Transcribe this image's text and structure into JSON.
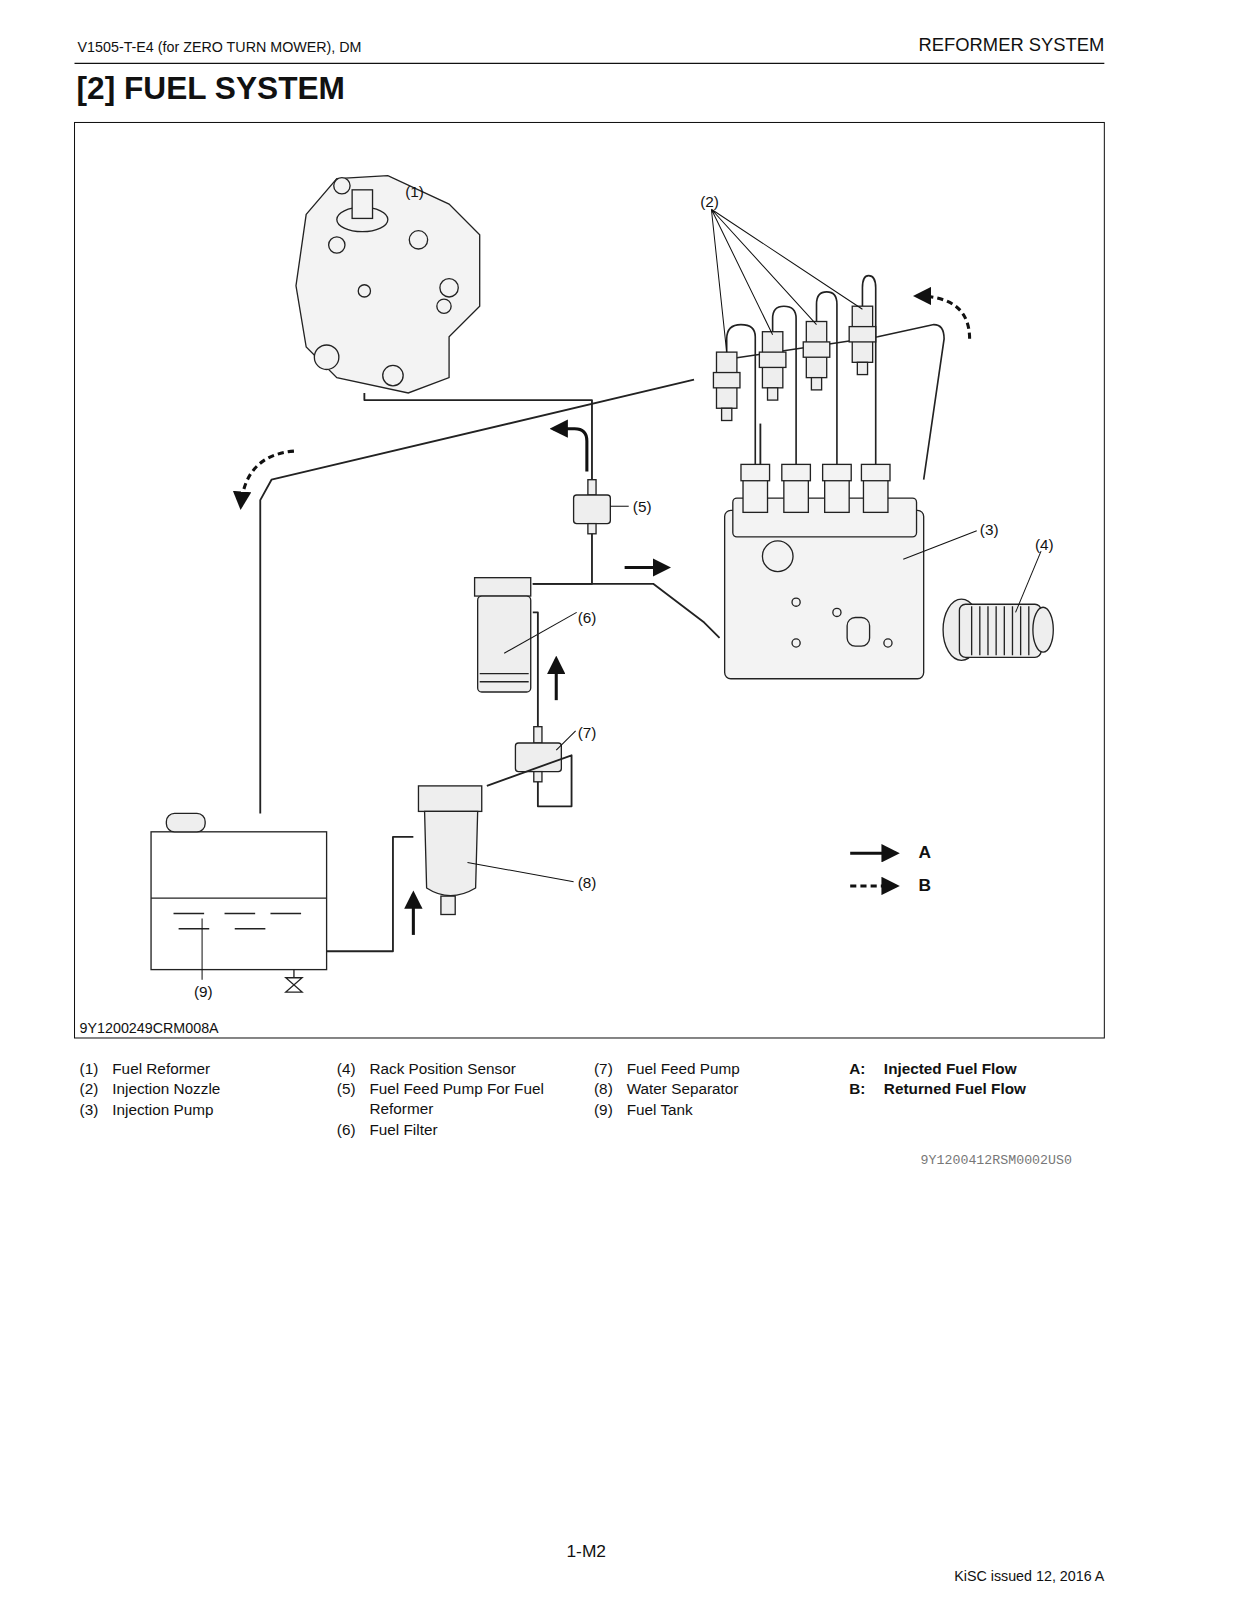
{
  "diagram": {
    "title": "[2] FUEL SYSTEM",
    "nodes": [
      {
        "text": [
          "(1)"
        ]
      },
      {
        "text": [
          "(2)"
        ]
      },
      {
        "text": [
          "(3)"
        ]
      },
      {
        "text": [
          "(4)"
        ]
      },
      {
        "text": [
          "(5)"
        ]
      },
      {
        "text": [
          "(6)"
        ]
      },
      {
        "text": [
          "(7)"
        ]
      },
      {
        "text": [
          "(8)"
        ]
      },
      {
        "text": [
          "(9)"
        ]
      }
    ],
    "edges": [
      {
        "from": 8,
        "to": 7,
        "arrow": "none"
      },
      {
        "from": 7,
        "to": 6,
        "arrow": "none"
      },
      {
        "from": 6,
        "to": 5,
        "arrow": "none"
      },
      {
        "from": 5,
        "to": 4,
        "arrow": "none"
      },
      {
        "from": 5,
        "to": 2,
        "arrow": "none"
      },
      {
        "from": 4,
        "to": 0,
        "arrow": "none"
      },
      {
        "from": 2,
        "to": 1,
        "arrow": "none"
      },
      {
        "from": 1,
        "to": 8,
        "arrow": "none"
      }
    ],
    "labels": [
      "V1505-T-E4 (for ZERO TURN MOWER), DM",
      "REFORMER SYSTEM",
      "9Y1200249CRM008A",
      "(1)",
      "Fuel Reformer",
      "(2)",
      "Injection Nozzle",
      "(3)",
      "Injection Pump",
      "(4)",
      "Rack Position Sensor",
      "(5)",
      "Fuel Feed Pump For Fuel Reformer",
      "(6)",
      "Fuel Filter",
      "(7)",
      "Fuel Feed Pump",
      "(8)",
      "Water Separator",
      "(9)",
      "Fuel Tank",
      "A:",
      "Injected Fuel Flow",
      "B:",
      "Returned Fuel Flow",
      "9Y1200412RSM0002US0",
      "1-M2",
      "KiSC issued 12, 2016 A"
    ],
    "legend": [
      {
        "text": "A"
      },
      {
        "text": "B"
      }
    ]
  }
}
